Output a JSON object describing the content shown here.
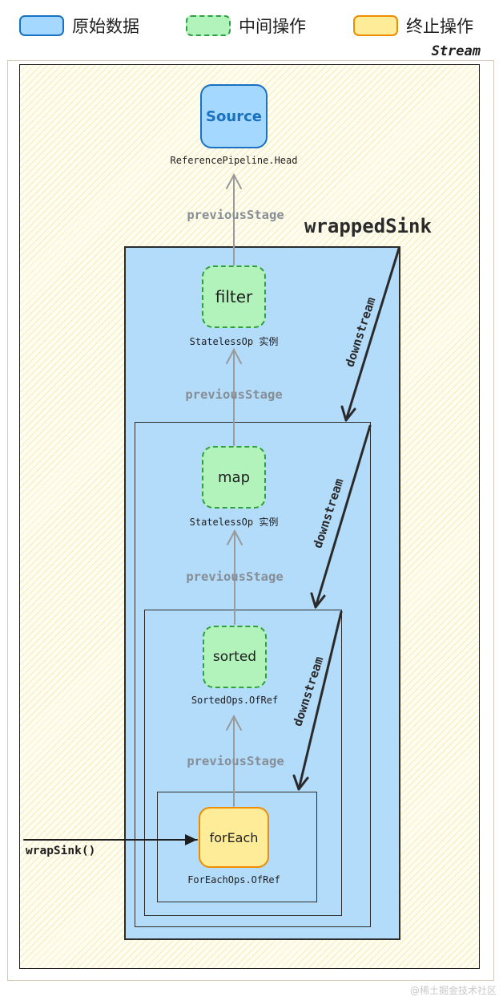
{
  "legend": [
    {
      "label": "原始数据"
    },
    {
      "label": "中间操作"
    },
    {
      "label": "终止操作"
    }
  ],
  "stream_label": "Stream",
  "nodes": {
    "source": {
      "label": "Source",
      "caption": "ReferencePipeline.Head"
    },
    "filter": {
      "label": "filter",
      "caption": "StatelessOp 实例"
    },
    "map": {
      "label": "map",
      "caption": "StatelessOp 实例"
    },
    "sorted": {
      "label": "sorted",
      "caption": "SortedOps.OfRef"
    },
    "foreach": {
      "label": "forEach",
      "caption": "ForEachOps.OfRef"
    }
  },
  "previous_stage_label": "previousStage",
  "wrapped_sink_label": "wrappedSink",
  "downstream_label": "downstream",
  "wrap_sink_call": "wrapSink()",
  "watermark": "@稀土掘金技术社区",
  "colors": {
    "raw_fill": "#a5d8ff",
    "raw_stroke": "#1971c2",
    "intermediate_fill": "#b2f2bb",
    "intermediate_stroke": "#2f9e44",
    "terminal_fill": "#ffec99",
    "terminal_stroke": "#f08c00",
    "sink_box_fill": "#b3dbfa"
  }
}
